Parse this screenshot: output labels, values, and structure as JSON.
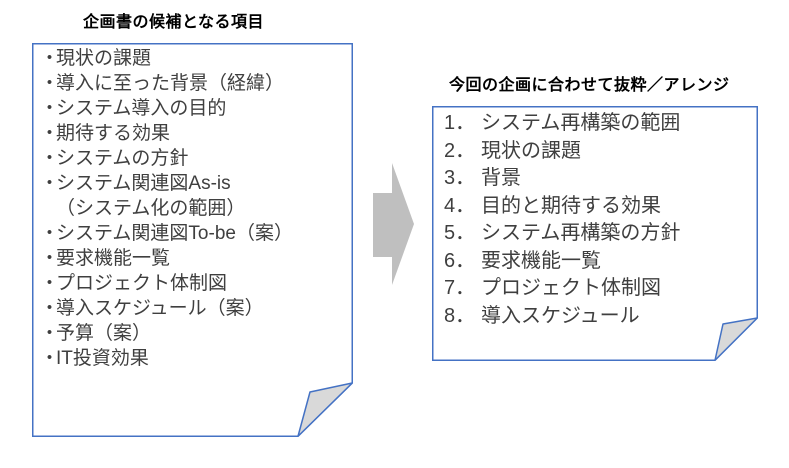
{
  "diagram": {
    "left_box": {
      "title": "企画書の候補となる項目",
      "bullet": "・",
      "items": [
        {
          "text": "現状の課題",
          "indent": false
        },
        {
          "text": "導入に至った背景（経緯）",
          "indent": false
        },
        {
          "text": "システム導入の目的",
          "indent": false
        },
        {
          "text": "期待する効果",
          "indent": false
        },
        {
          "text": "システムの方針",
          "indent": false
        },
        {
          "text": "システム関連図As-is",
          "indent": false
        },
        {
          "text": "（システム化の範囲）",
          "indent": true
        },
        {
          "text": "システム関連図To-be（案）",
          "indent": false
        },
        {
          "text": "要求機能一覧",
          "indent": false
        },
        {
          "text": "プロジェクト体制図",
          "indent": false
        },
        {
          "text": "導入スケジュール（案）",
          "indent": false
        },
        {
          "text": "予算（案）",
          "indent": false
        },
        {
          "text": "IT投資効果",
          "indent": false
        }
      ]
    },
    "right_box": {
      "title": "今回の企画に合わせて抜粋／アレンジ",
      "number_suffix": "．",
      "items": [
        "システム再構築の範囲",
        "現状の課題",
        "背景",
        "目的と期待する効果",
        "システム再構築の方針",
        "要求機能一覧",
        "プロジェクト体制図",
        "導入スケジュール"
      ]
    },
    "arrow": {
      "direction": "right"
    },
    "colors": {
      "box_border": "#4472C4",
      "fold_fill": "#D9D9D9",
      "arrow_fill": "#BFBFBF",
      "body_text": "#3F3F3F",
      "title_text": "#000000",
      "background": "#FFFFFF"
    }
  }
}
